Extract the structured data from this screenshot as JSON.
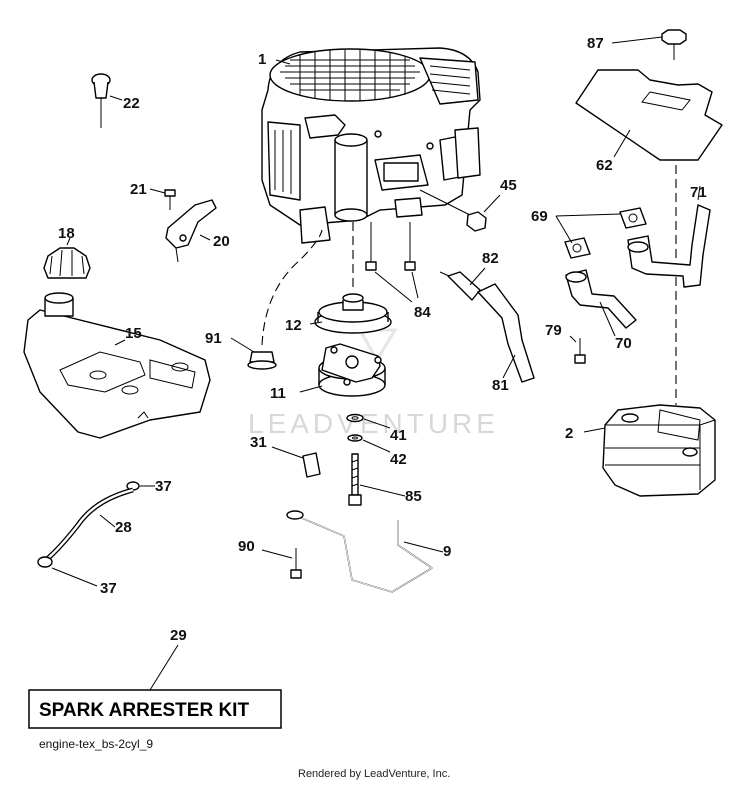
{
  "title": "",
  "watermark": "LEADVENTURE",
  "kit_label": "SPARK ARRESTER KIT",
  "diagram_id": "engine-tex_bs-2cyl_9",
  "footer": "Rendered by LeadVenture, Inc.",
  "callouts": {
    "c1": "1",
    "c2": "2",
    "c9": "9",
    "c11": "11",
    "c12": "12",
    "c15": "15",
    "c18": "18",
    "c20": "20",
    "c21": "21",
    "c22": "22",
    "c28": "28",
    "c29": "29",
    "c31": "31",
    "c37a": "37",
    "c37b": "37",
    "c41": "41",
    "c42": "42",
    "c45": "45",
    "c62": "62",
    "c69": "69",
    "c70": "70",
    "c71": "71",
    "c79": "79",
    "c81": "81",
    "c82": "82",
    "c84": "84",
    "c85": "85",
    "c87": "87",
    "c90": "90",
    "c91": "91"
  }
}
